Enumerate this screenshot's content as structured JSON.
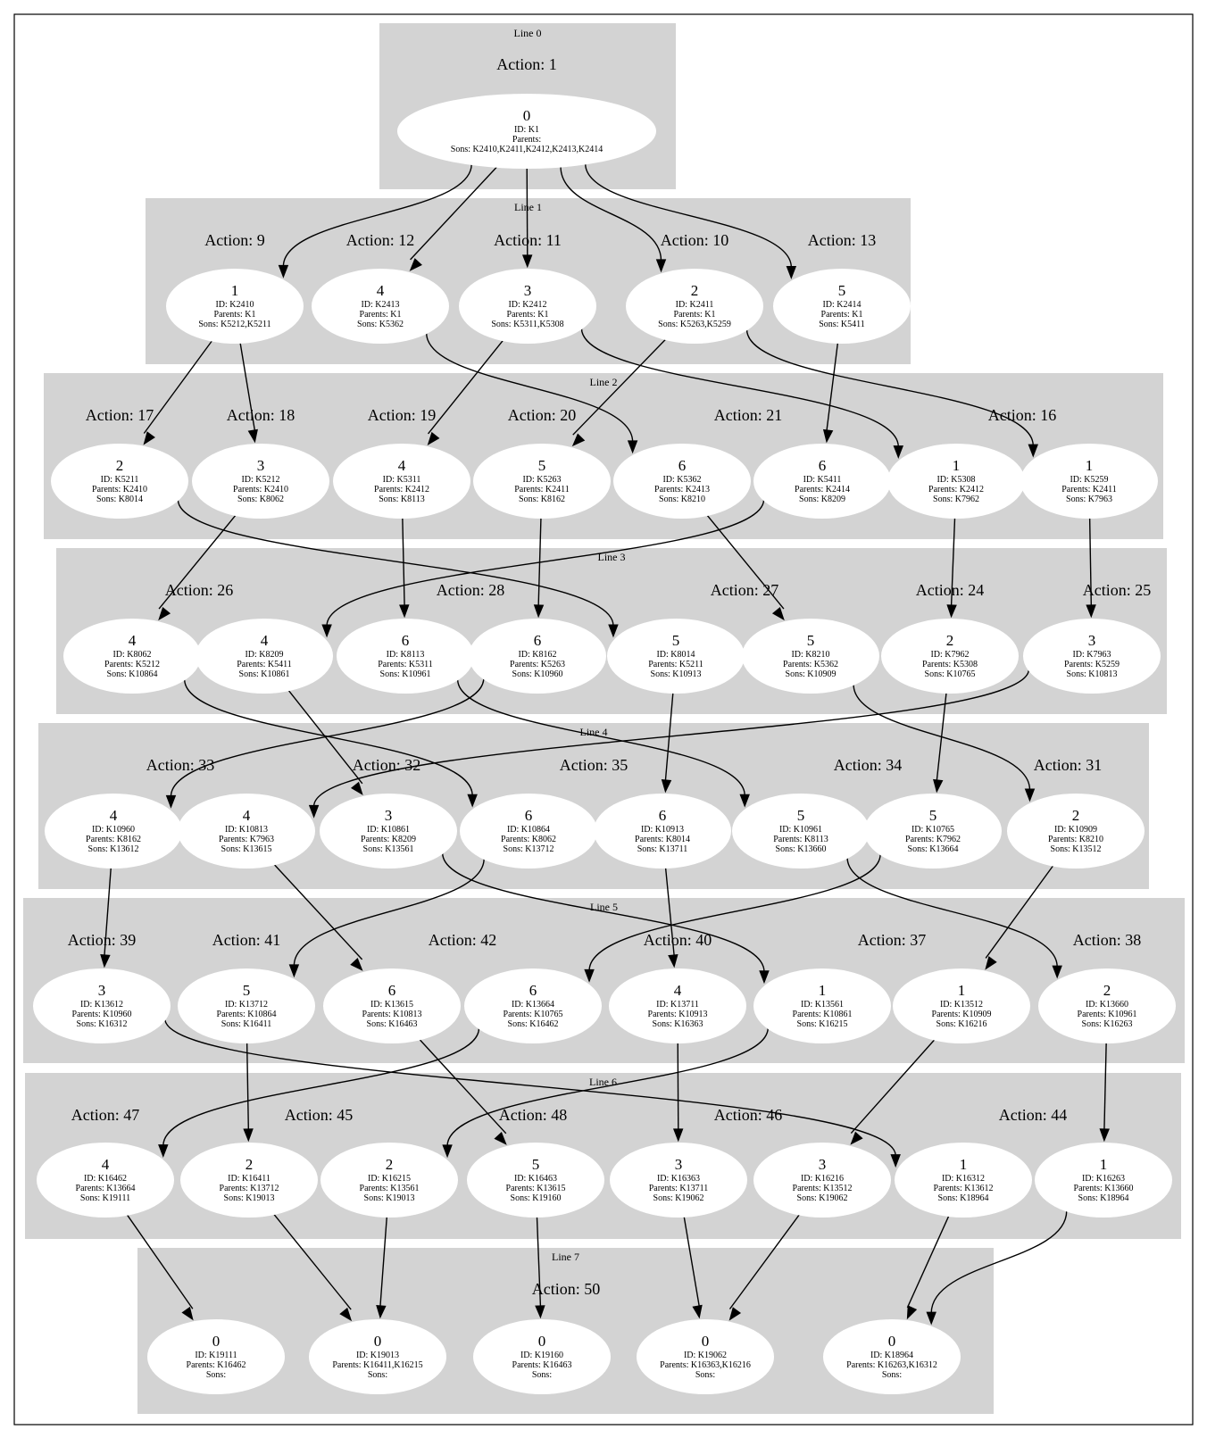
{
  "lines": [
    {
      "title": "Line 0",
      "actions": [
        "Action: 1"
      ],
      "nodes": [
        {
          "value": "0",
          "id": "ID: K1",
          "parents": "Parents:",
          "sons": "Sons: K2410,K2411,K2412,K2413,K2414"
        }
      ]
    },
    {
      "title": "Line 1",
      "actions": [
        "Action: 9",
        "Action: 12",
        "Action: 11",
        "Action: 10",
        "Action: 13"
      ],
      "nodes": [
        {
          "value": "1",
          "id": "ID: K2410",
          "parents": "Parents: K1",
          "sons": "Sons: K5212,K5211"
        },
        {
          "value": "4",
          "id": "ID: K2413",
          "parents": "Parents: K1",
          "sons": "Sons: K5362"
        },
        {
          "value": "3",
          "id": "ID: K2412",
          "parents": "Parents: K1",
          "sons": "Sons: K5311,K5308"
        },
        {
          "value": "2",
          "id": "ID: K2411",
          "parents": "Parents: K1",
          "sons": "Sons: K5263,K5259"
        },
        {
          "value": "5",
          "id": "ID: K2414",
          "parents": "Parents: K1",
          "sons": "Sons: K5411"
        }
      ]
    },
    {
      "title": "Line 2",
      "actions": [
        "Action: 17",
        "Action: 18",
        "Action: 19",
        "Action: 20",
        "Action: 21",
        "Action: 16"
      ],
      "nodes": [
        {
          "value": "2",
          "id": "ID: K5211",
          "parents": "Parents: K2410",
          "sons": "Sons: K8014"
        },
        {
          "value": "3",
          "id": "ID: K5212",
          "parents": "Parents: K2410",
          "sons": "Sons: K8062"
        },
        {
          "value": "4",
          "id": "ID: K5311",
          "parents": "Parents: K2412",
          "sons": "Sons: K8113"
        },
        {
          "value": "5",
          "id": "ID: K5263",
          "parents": "Parents: K2411",
          "sons": "Sons: K8162"
        },
        {
          "value": "6",
          "id": "ID: K5362",
          "parents": "Parents: K2413",
          "sons": "Sons: K8210"
        },
        {
          "value": "6",
          "id": "ID: K5411",
          "parents": "Parents: K2414",
          "sons": "Sons: K8209"
        },
        {
          "value": "1",
          "id": "ID: K5308",
          "parents": "Parents: K2412",
          "sons": "Sons: K7962"
        },
        {
          "value": "1",
          "id": "ID: K5259",
          "parents": "Parents: K2411",
          "sons": "Sons: K7963"
        }
      ]
    },
    {
      "title": "Line 3",
      "actions": [
        "Action: 26",
        "Action: 28",
        "Action: 27",
        "Action: 24",
        "Action: 25"
      ],
      "nodes": [
        {
          "value": "4",
          "id": "ID: K8062",
          "parents": "Parents: K5212",
          "sons": "Sons: K10864"
        },
        {
          "value": "4",
          "id": "ID: K8209",
          "parents": "Parents: K5411",
          "sons": "Sons: K10861"
        },
        {
          "value": "6",
          "id": "ID: K8113",
          "parents": "Parents: K5311",
          "sons": "Sons: K10961"
        },
        {
          "value": "6",
          "id": "ID: K8162",
          "parents": "Parents: K5263",
          "sons": "Sons: K10960"
        },
        {
          "value": "5",
          "id": "ID: K8014",
          "parents": "Parents: K5211",
          "sons": "Sons: K10913"
        },
        {
          "value": "5",
          "id": "ID: K8210",
          "parents": "Parents: K5362",
          "sons": "Sons: K10909"
        },
        {
          "value": "2",
          "id": "ID: K7962",
          "parents": "Parents: K5308",
          "sons": "Sons: K10765"
        },
        {
          "value": "3",
          "id": "ID: K7963",
          "parents": "Parents: K5259",
          "sons": "Sons: K10813"
        }
      ]
    },
    {
      "title": "Line 4",
      "actions": [
        "Action: 33",
        "Action: 32",
        "Action: 35",
        "Action: 34",
        "Action: 31"
      ],
      "nodes": [
        {
          "value": "4",
          "id": "ID: K10960",
          "parents": "Parents: K8162",
          "sons": "Sons: K13612"
        },
        {
          "value": "4",
          "id": "ID: K10813",
          "parents": "Parents: K7963",
          "sons": "Sons: K13615"
        },
        {
          "value": "3",
          "id": "ID: K10861",
          "parents": "Parents: K8209",
          "sons": "Sons: K13561"
        },
        {
          "value": "6",
          "id": "ID: K10864",
          "parents": "Parents: K8062",
          "sons": "Sons: K13712"
        },
        {
          "value": "6",
          "id": "ID: K10913",
          "parents": "Parents: K8014",
          "sons": "Sons: K13711"
        },
        {
          "value": "5",
          "id": "ID: K10961",
          "parents": "Parents: K8113",
          "sons": "Sons: K13660"
        },
        {
          "value": "5",
          "id": "ID: K10765",
          "parents": "Parents: K7962",
          "sons": "Sons: K13664"
        },
        {
          "value": "2",
          "id": "ID: K10909",
          "parents": "Parents: K8210",
          "sons": "Sons: K13512"
        }
      ]
    },
    {
      "title": "Line 5",
      "actions": [
        "Action: 39",
        "Action: 41",
        "Action: 42",
        "Action: 40",
        "Action: 37",
        "Action: 38"
      ],
      "nodes": [
        {
          "value": "3",
          "id": "ID: K13612",
          "parents": "Parents: K10960",
          "sons": "Sons: K16312"
        },
        {
          "value": "5",
          "id": "ID: K13712",
          "parents": "Parents: K10864",
          "sons": "Sons: K16411"
        },
        {
          "value": "6",
          "id": "ID: K13615",
          "parents": "Parents: K10813",
          "sons": "Sons: K16463"
        },
        {
          "value": "6",
          "id": "ID: K13664",
          "parents": "Parents: K10765",
          "sons": "Sons: K16462"
        },
        {
          "value": "4",
          "id": "ID: K13711",
          "parents": "Parents: K10913",
          "sons": "Sons: K16363"
        },
        {
          "value": "1",
          "id": "ID: K13561",
          "parents": "Parents: K10861",
          "sons": "Sons: K16215"
        },
        {
          "value": "1",
          "id": "ID: K13512",
          "parents": "Parents: K10909",
          "sons": "Sons: K16216"
        },
        {
          "value": "2",
          "id": "ID: K13660",
          "parents": "Parents: K10961",
          "sons": "Sons: K16263"
        }
      ]
    },
    {
      "title": "Line 6",
      "actions": [
        "Action: 47",
        "Action: 45",
        "Action: 48",
        "Action: 46",
        "Action: 44"
      ],
      "nodes": [
        {
          "value": "4",
          "id": "ID: K16462",
          "parents": "Parents: K13664",
          "sons": "Sons: K19111"
        },
        {
          "value": "2",
          "id": "ID: K16411",
          "parents": "Parents: K13712",
          "sons": "Sons: K19013"
        },
        {
          "value": "2",
          "id": "ID: K16215",
          "parents": "Parents: K13561",
          "sons": "Sons: K19013"
        },
        {
          "value": "5",
          "id": "ID: K16463",
          "parents": "Parents: K13615",
          "sons": "Sons: K19160"
        },
        {
          "value": "3",
          "id": "ID: K16363",
          "parents": "Parents: K13711",
          "sons": "Sons: K19062"
        },
        {
          "value": "3",
          "id": "ID: K16216",
          "parents": "Parents: K13512",
          "sons": "Sons: K19062"
        },
        {
          "value": "1",
          "id": "ID: K16312",
          "parents": "Parents: K13612",
          "sons": "Sons: K18964"
        },
        {
          "value": "1",
          "id": "ID: K16263",
          "parents": "Parents: K13660",
          "sons": "Sons: K18964"
        }
      ]
    },
    {
      "title": "Line 7",
      "actions": [
        "Action: 50"
      ],
      "nodes": [
        {
          "value": "0",
          "id": "ID: K19111",
          "parents": "Parents: K16462",
          "sons": "Sons:"
        },
        {
          "value": "0",
          "id": "ID: K19013",
          "parents": "Parents: K16411,K16215",
          "sons": "Sons:"
        },
        {
          "value": "0",
          "id": "ID: K19160",
          "parents": "Parents: K16463",
          "sons": "Sons:"
        },
        {
          "value": "0",
          "id": "ID: K19062",
          "parents": "Parents: K16363,K16216",
          "sons": "Sons:"
        },
        {
          "value": "0",
          "id": "ID: K18964",
          "parents": "Parents: K16263,K16312",
          "sons": "Sons:"
        }
      ]
    }
  ]
}
